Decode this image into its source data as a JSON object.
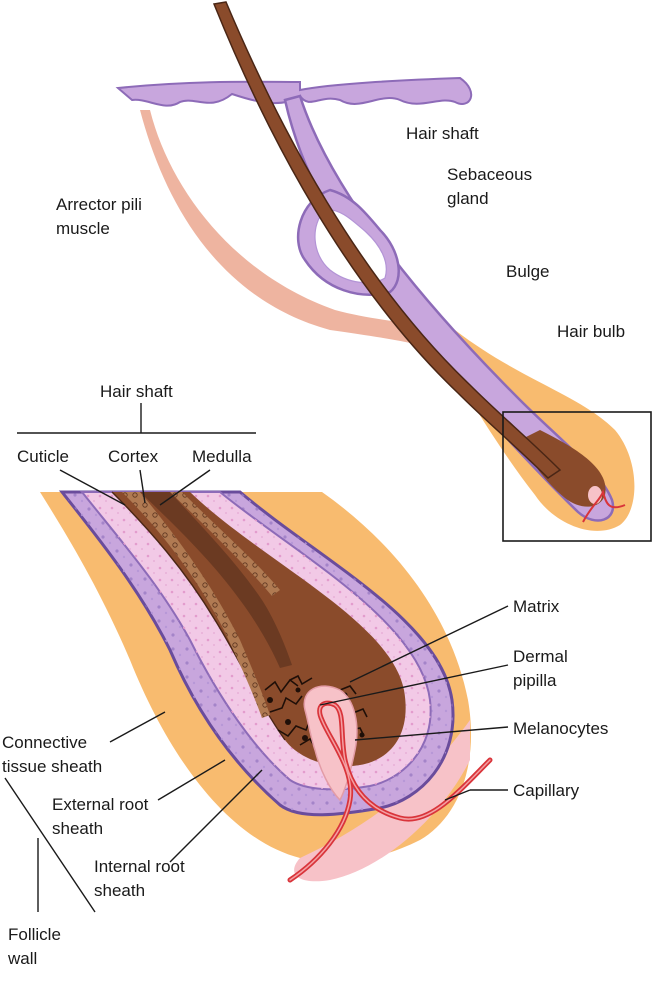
{
  "labels": {
    "hair_shaft_top": "Hair shaft",
    "sebaceous_1": "Sebaceous",
    "sebaceous_2": "gland",
    "arrector_1": "Arrector pili",
    "arrector_2": "muscle",
    "bulge": "Bulge",
    "hair_bulb": "Hair bulb",
    "hair_shaft_bracket": "Hair shaft",
    "cuticle": "Cuticle",
    "cortex": "Cortex",
    "medulla": "Medulla",
    "matrix": "Matrix",
    "dermal_1": "Dermal",
    "dermal_2": "pipilla",
    "melanocytes": "Melanocytes",
    "capillary": "Capillary",
    "connective_1": "Connective",
    "connective_2": "tissue sheath",
    "external_1": "External root",
    "external_2": "sheath",
    "internal_1": "Internal root",
    "internal_2": "sheath",
    "follicle_1": "Follicle",
    "follicle_2": "wall"
  },
  "colors": {
    "skin_lavender": "#c8a6dd",
    "membrane_purple": "#8d6bb8",
    "follicle_orange": "#f8bb6f",
    "muscle_salmon": "#eeb4a0",
    "hair_brown": "#8a4b2b",
    "hair_dark": "#4a2615",
    "sheath_pink": "#f2c9e6",
    "dermal_pink": "#f7c2c8",
    "capillary_red": "#d9343a",
    "leader_line": "#1a1a1a"
  }
}
